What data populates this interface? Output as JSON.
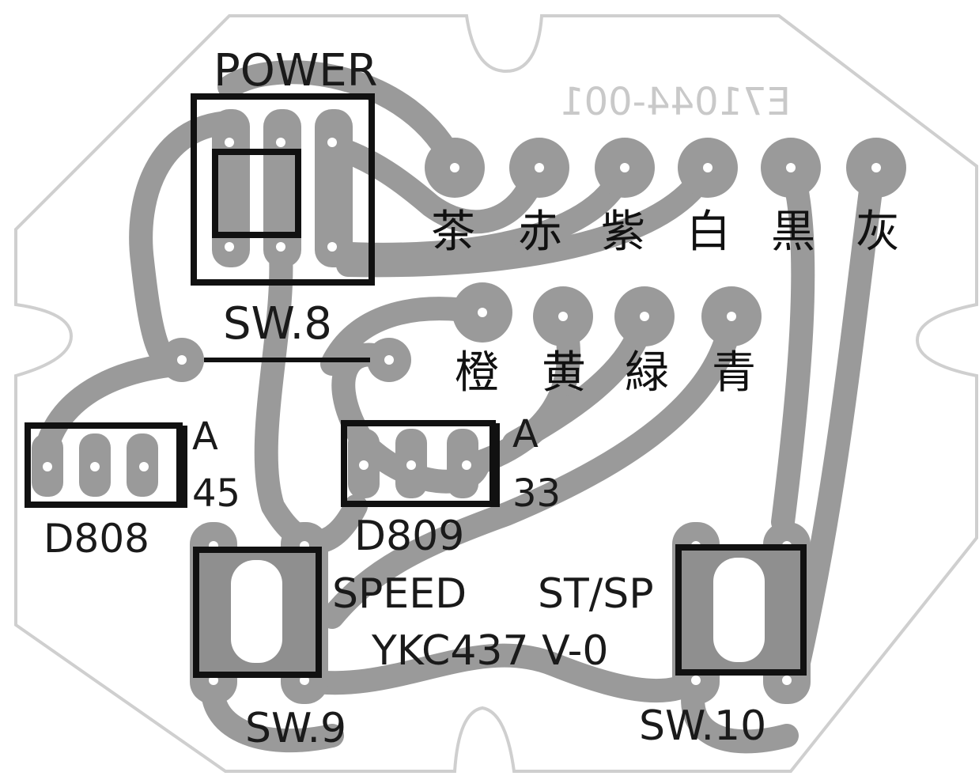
{
  "board": {
    "part_number_mirrored": "E71044-001",
    "model": "YKC437 V-0"
  },
  "switches": {
    "power": {
      "name": "POWER",
      "ref": "SW.8"
    },
    "speed": {
      "name": "SPEED",
      "ref": "SW.9"
    },
    "stsp": {
      "name": "ST/SP",
      "ref": "SW.10"
    }
  },
  "leds": {
    "d808": {
      "ref": "D808",
      "polarity": "A",
      "value": "45"
    },
    "d809": {
      "ref": "D809",
      "polarity": "A",
      "value": "33"
    }
  },
  "wire_colors_top": [
    "茶",
    "赤",
    "紫",
    "白",
    "黒",
    "灰"
  ],
  "wire_colors_mid": [
    "橙",
    "黄",
    "緑",
    "青"
  ]
}
